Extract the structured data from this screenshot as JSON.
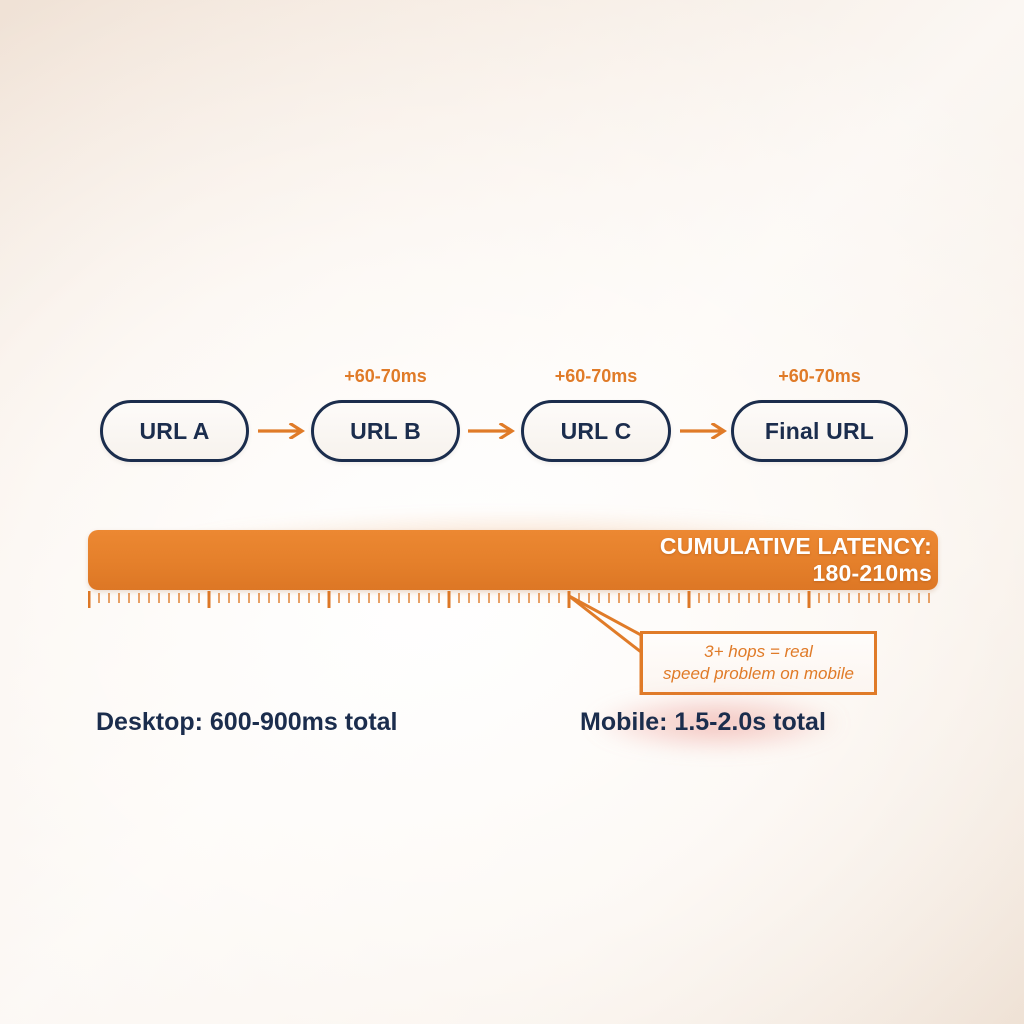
{
  "colors": {
    "accent_orange": "#e07b28",
    "bar_orange": "#e5802b",
    "navy": "#1b2d4d",
    "white": "#ffffff",
    "background_cream": "#f0e2d6",
    "mobile_glow": "#e8786e"
  },
  "flow": {
    "nodes": [
      {
        "label": "URL A"
      },
      {
        "label": "URL B"
      },
      {
        "label": "URL C"
      },
      {
        "label": "Final URL"
      }
    ],
    "hops": [
      {
        "label": "+60-70ms"
      },
      {
        "label": "+60-70ms"
      },
      {
        "label": "+60-70ms"
      }
    ]
  },
  "latency": {
    "title": "CUMULATIVE LATENCY:",
    "value": "180-210ms"
  },
  "callout": {
    "line1": "3+ hops = real",
    "line2": "speed problem on mobile"
  },
  "footers": {
    "desktop": "Desktop: 600-900ms total",
    "mobile": "Mobile: 1.5-2.0s total"
  },
  "chart_data": {
    "type": "bar",
    "title": "CUMULATIVE LATENCY: 180-210ms",
    "categories": [
      "URL A",
      "URL B",
      "URL C",
      "Final URL"
    ],
    "hop_costs": [
      "+60-70ms",
      "+60-70ms",
      "+60-70ms"
    ],
    "cumulative_range_ms": [
      180,
      210
    ],
    "totals": {
      "desktop": "600-900ms total",
      "mobile": "1.5-2.0s total"
    },
    "annotation": "3+ hops = real speed problem on mobile"
  }
}
